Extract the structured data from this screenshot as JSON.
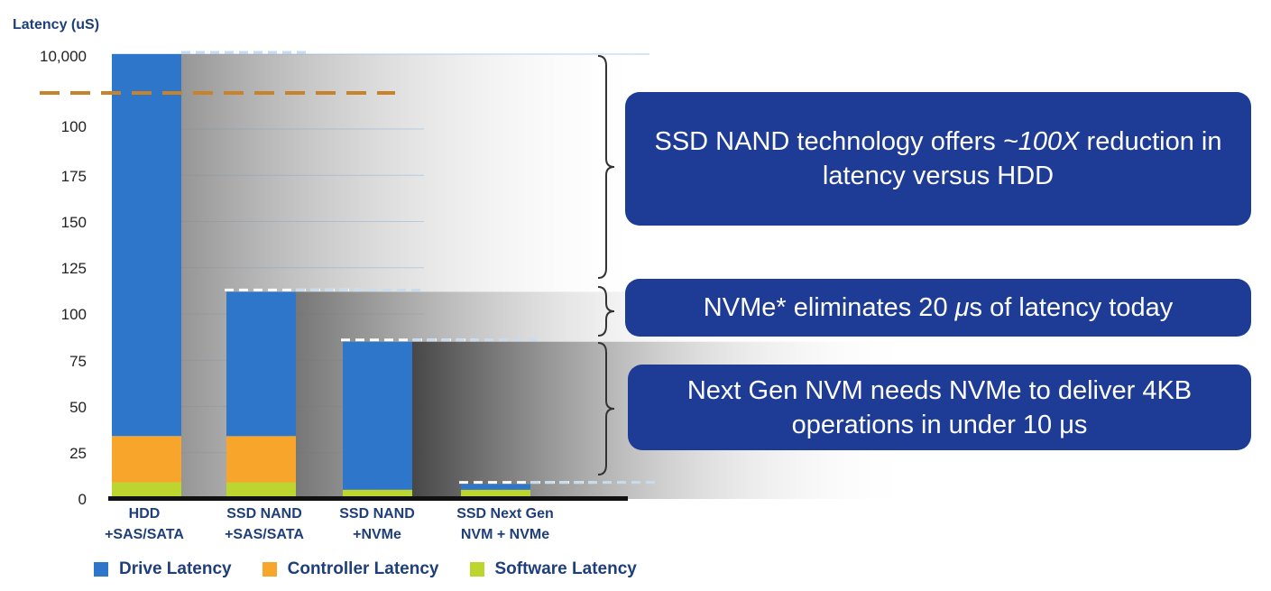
{
  "chart_data": {
    "type": "bar",
    "ylabel": "Latency (uS)",
    "y_ticks": [
      "0",
      "25",
      "50",
      "75",
      "100",
      "125",
      "150",
      "175",
      "100",
      "10,000"
    ],
    "categories": [
      [
        "HDD",
        "+SAS/SATA"
      ],
      [
        "SSD NAND",
        "+SAS/SATA"
      ],
      [
        "SSD NAND",
        "+NVMe"
      ],
      [
        "SSD Next Gen",
        "NVM + NVMe"
      ]
    ],
    "series": [
      {
        "name": "Software Latency",
        "color": "#bcd62f",
        "values": [
          9,
          9,
          5,
          5
        ]
      },
      {
        "name": "Controller Latency",
        "color": "#f7a52b",
        "values": [
          25,
          25,
          0,
          0
        ]
      },
      {
        "name": "Drive Latency",
        "color": "#2e76c9",
        "values": [
          9966,
          78,
          80,
          3
        ]
      }
    ],
    "totals": [
      10000,
      112,
      85,
      8
    ],
    "ylim": [
      0,
      10000
    ],
    "axis_break": "between 175 and 10,000",
    "annotations": [
      {
        "text": "SSD NAND technology offers ~100X reduction in latency versus HDD",
        "emphasis": "~100X"
      },
      {
        "text": "NVMe* eliminates 20 μs of latency today",
        "emphasis": "μ"
      },
      {
        "text": "Next Gen NVM needs NVMe to deliver 4KB operations in under 10 μs"
      }
    ]
  },
  "callouts": {
    "c1": {
      "pre": "SSD NAND technology offers ",
      "em": "~100X",
      "post": " reduction in latency versus HDD"
    },
    "c2": {
      "pre": "NVMe* eliminates 20 ",
      "em": "μ",
      "post": "s of latency today"
    },
    "c3": {
      "text": "Next Gen NVM needs NVMe to deliver 4KB operations in under 10 μs"
    }
  },
  "legend": [
    {
      "label": "Drive Latency",
      "color": "#2e76c9"
    },
    {
      "label": "Controller Latency",
      "color": "#f7a52b"
    },
    {
      "label": "Software Latency",
      "color": "#bcd62f"
    }
  ],
  "colors": {
    "callout_bg": "#1e3c96",
    "axis_text": "#1f3f7a",
    "dash_line": "#c8822a"
  }
}
